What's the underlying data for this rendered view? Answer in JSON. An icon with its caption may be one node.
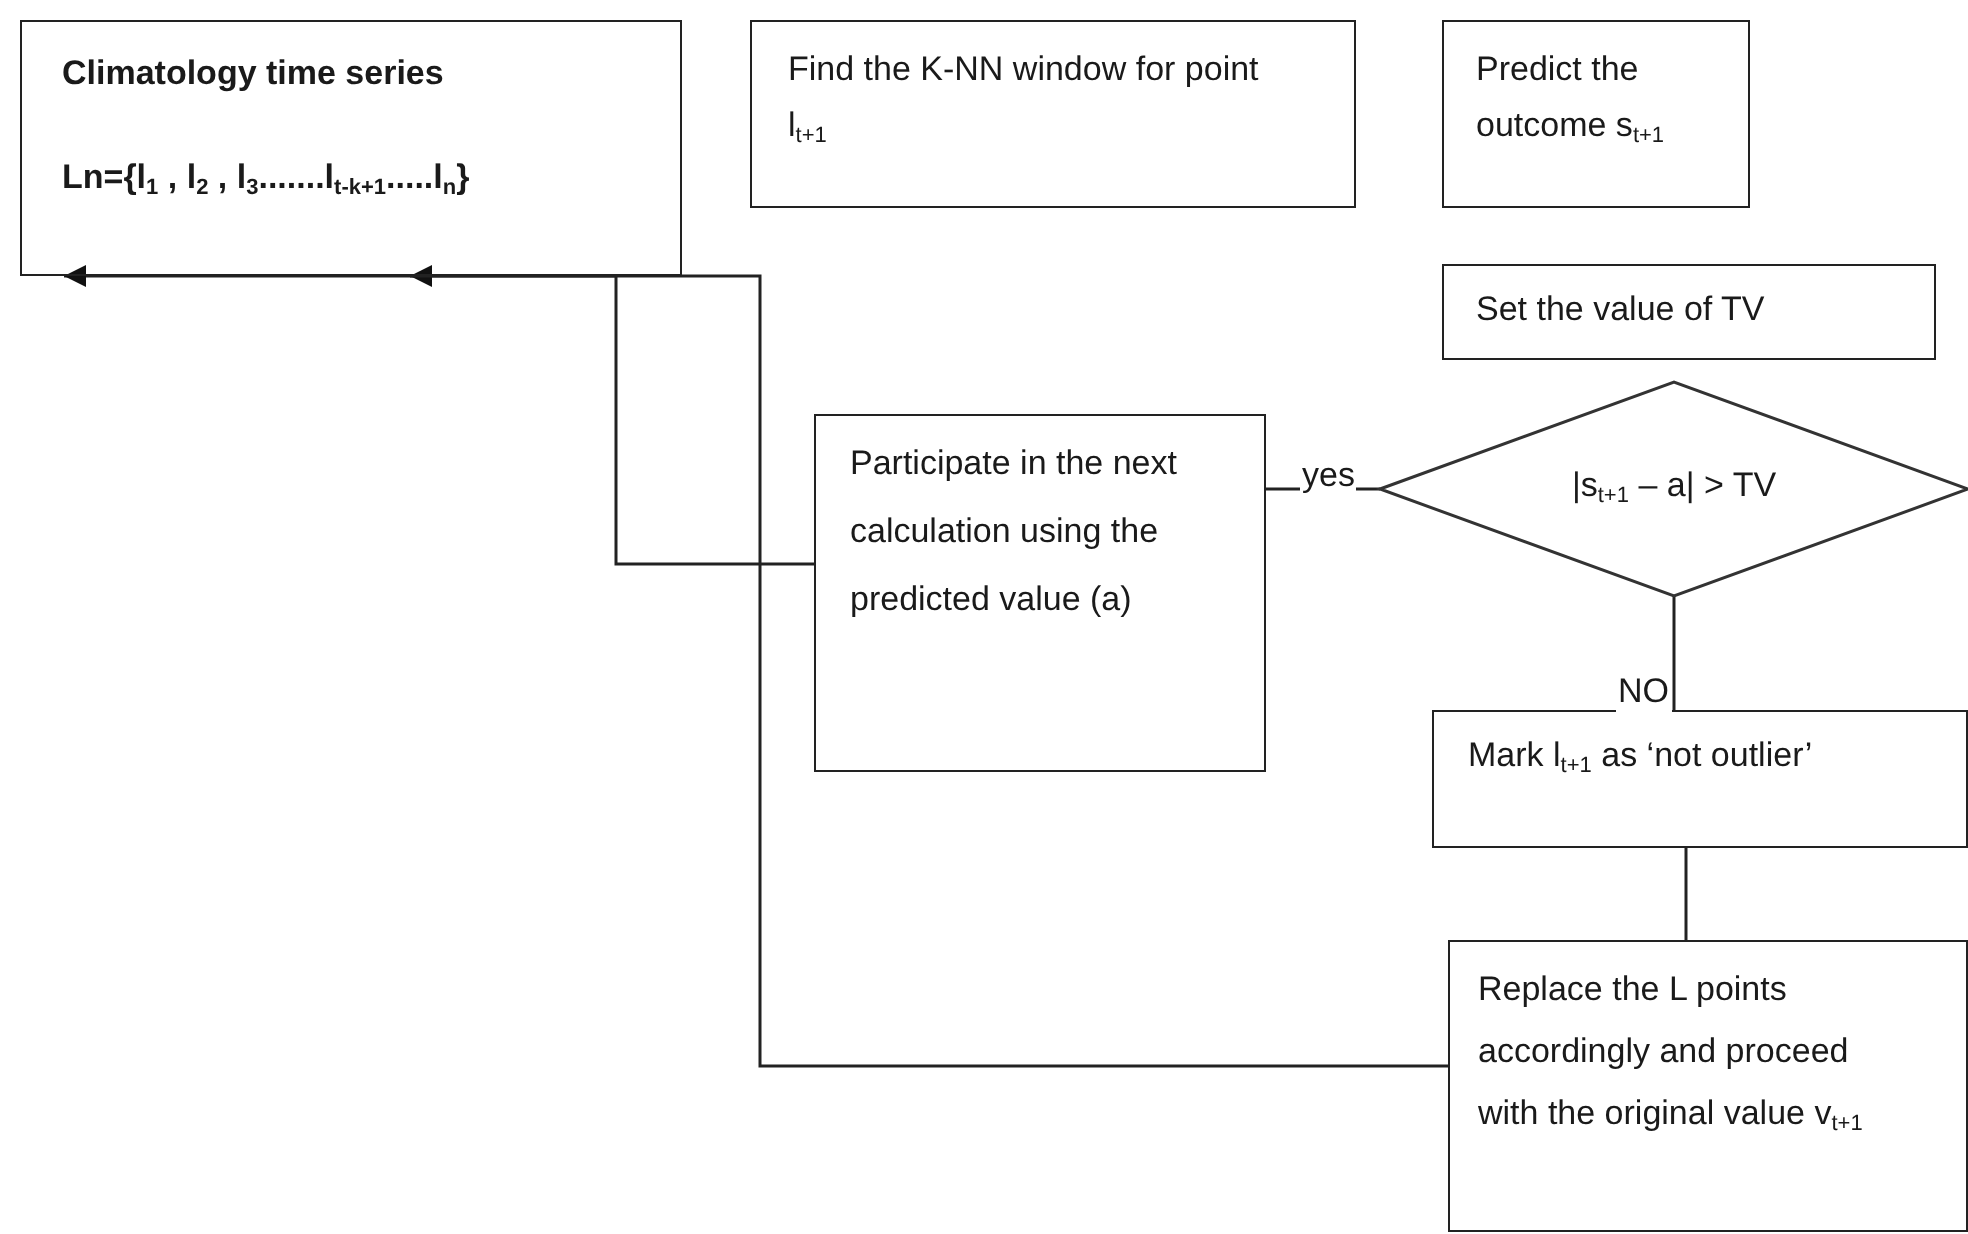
{
  "diagram": {
    "nodes": [
      {
        "text": [
          "Climatology time series",
          "Ln={l$_{1}$ , l$_{2}$ , l$_{3}$.......l$_{t-k+1}$.....l$_{n}$}"
        ]
      },
      {
        "text": [
          "Find the K-NN window for point l$_{t+1}$"
        ]
      },
      {
        "text": [
          "Predict the outcome s$_{t+1}$"
        ]
      },
      {
        "text": [
          "Set the value of TV"
        ]
      },
      {
        "text": [
          "|s$_{t+1}$ – a| > TV"
        ]
      },
      {
        "text": [
          "Participate in the next calculation using the predicted value (a)"
        ]
      },
      {
        "text": [
          "Mark l$_{t+1}$ as ‘not outlier’"
        ]
      },
      {
        "text": [
          "Replace the L points accordingly and proceed with the original value v$_{t+1}$"
        ]
      }
    ],
    "edges": [
      {
        "from": 4,
        "to": 5,
        "arrow": "none",
        "label": "yes"
      },
      {
        "from": 4,
        "to": 6,
        "arrow": "none",
        "label": "NO"
      },
      {
        "from": 6,
        "to": 7,
        "arrow": "none"
      },
      {
        "from": 5,
        "to": 0,
        "arrow": "to"
      },
      {
        "from": 7,
        "to": 0,
        "arrow": "to"
      }
    ]
  }
}
